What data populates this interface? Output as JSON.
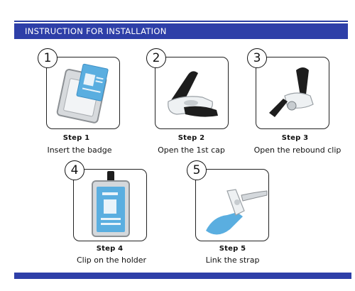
{
  "header": {
    "title": "INSTRUCTION FOR INSTALLATION"
  },
  "steps": [
    {
      "number": "1",
      "title": "Step 1",
      "description": "Insert the badge",
      "image_icon": "badge-insert-icon"
    },
    {
      "number": "2",
      "title": "Step 2",
      "description": "Open the 1st cap",
      "image_icon": "clip-cap-icon"
    },
    {
      "number": "3",
      "title": "Step 3",
      "description": "Open the rebound clip",
      "image_icon": "rebound-clip-icon"
    },
    {
      "number": "4",
      "title": "Step 4",
      "description": "Clip on the holder",
      "image_icon": "badge-holder-icon"
    },
    {
      "number": "5",
      "title": "Step 5",
      "description": "Link the strap",
      "image_icon": "strap-link-icon"
    }
  ],
  "colors": {
    "accent": "#2e3fa8",
    "badge_blue": "#5aaee0"
  }
}
